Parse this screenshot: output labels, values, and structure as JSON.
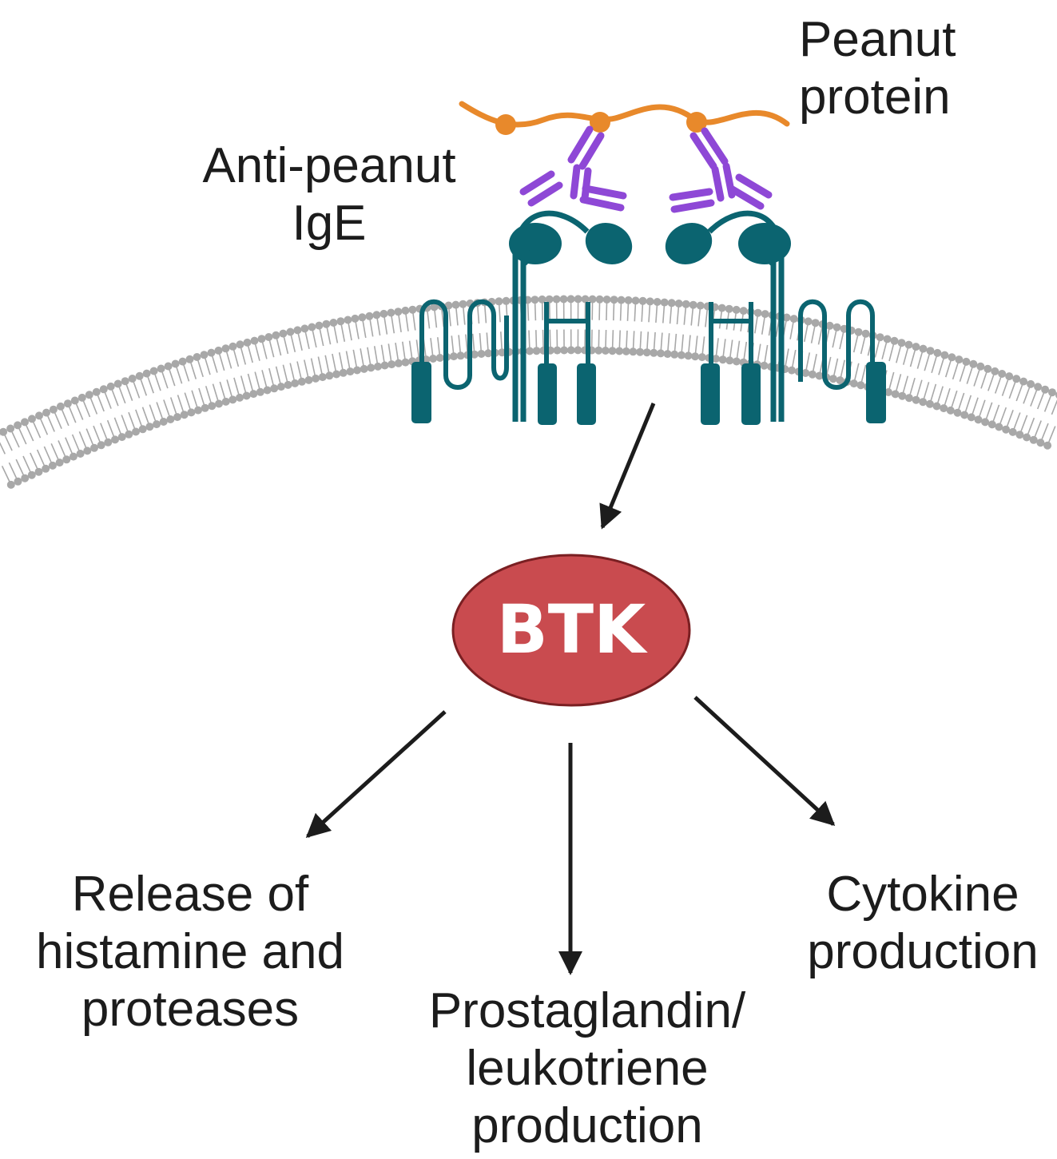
{
  "labels": {
    "peanut_protein": [
      "Peanut",
      "protein"
    ],
    "anti_peanut_ige": [
      "Anti-peanut",
      "IgE"
    ],
    "btk": "BTK",
    "histamine": [
      "Release of",
      "histamine and",
      "proteases"
    ],
    "prostaglandin": [
      "Prostaglandin/",
      "leukotriene",
      "production"
    ],
    "cytokine": [
      "Cytokine",
      "production"
    ]
  },
  "colors": {
    "peanut_protein": "#e8892b",
    "ige": "#8e48d6",
    "receptor": "#0b6470",
    "membrane": "#a8a8a8",
    "btk_fill": "#c94b4f",
    "btk_stroke": "#7a1f22",
    "arrow": "#1c1c1c",
    "text": "#1c1c1c"
  }
}
